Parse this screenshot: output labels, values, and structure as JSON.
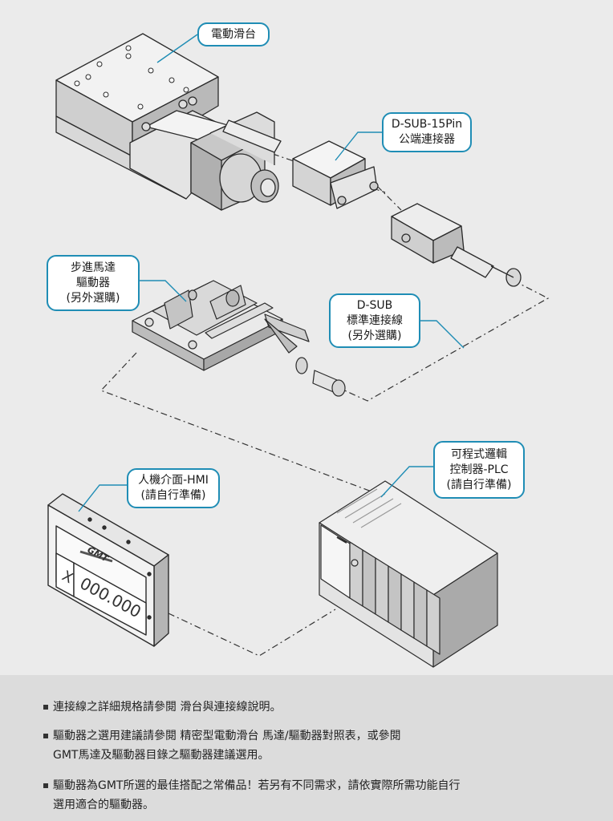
{
  "callouts": {
    "slide": [
      "電動滑台"
    ],
    "dsub_connector": [
      "D-SUB-15Pin",
      "公端連接器"
    ],
    "driver": [
      "步進馬達",
      "驅動器",
      "(另外選購)"
    ],
    "dsub_cable": [
      "D-SUB",
      "標準連接線",
      "(另外選購)"
    ],
    "plc": [
      "可程式邏輯",
      "控制器-PLC",
      "(請自行準備)"
    ],
    "hmi": [
      "人機介面-HMI",
      "(請自行準備)"
    ]
  },
  "hmi_screen": {
    "axis": "X",
    "value": "000.000",
    "logo": "GMT"
  },
  "notes": [
    [
      "連接線之詳細規格請參閱  滑台與連接線說明。"
    ],
    [
      "驅動器之選用建議請參閱  精密型電動滑台  馬達/驅動器對照表，或參閱",
      "GMT馬達及驅動器目錄之驅動器建議選用。"
    ],
    [
      "驅動器為GMT所選的最佳搭配之常備品！若另有不同需求，請依實際所需功能自行",
      "選用適合的驅動器。"
    ]
  ],
  "colors": {
    "accent": "#1f8db5",
    "line": "#2a2a2a",
    "panel": "#dcdcdc",
    "background": "#ebebeb"
  }
}
